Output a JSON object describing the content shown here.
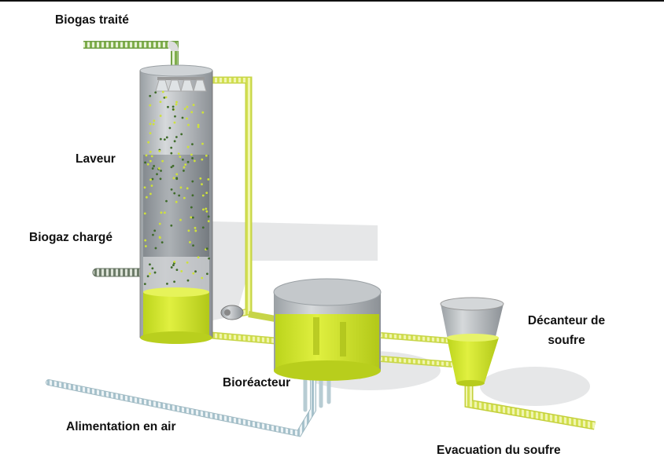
{
  "labels": {
    "treated_biogas": "Biogas traité",
    "scrubber": "Laveur",
    "loaded_biogas": "Biogaz chargé",
    "sulfur_decanter_line1": "Décanteur de",
    "sulfur_decanter_line2": "soufre",
    "bioreactor": "Bioréacteur",
    "air_supply": "Alimentation en air",
    "sulfur_discharge": "Evacuation du soufre"
  },
  "colors": {
    "liquid": "#d4e82a",
    "pipe_yellow": "#e4ef6a",
    "pipe_green": "#8fbf5a",
    "pipe_blue": "#b9d0d8",
    "metal": "#b8bcc0"
  }
}
